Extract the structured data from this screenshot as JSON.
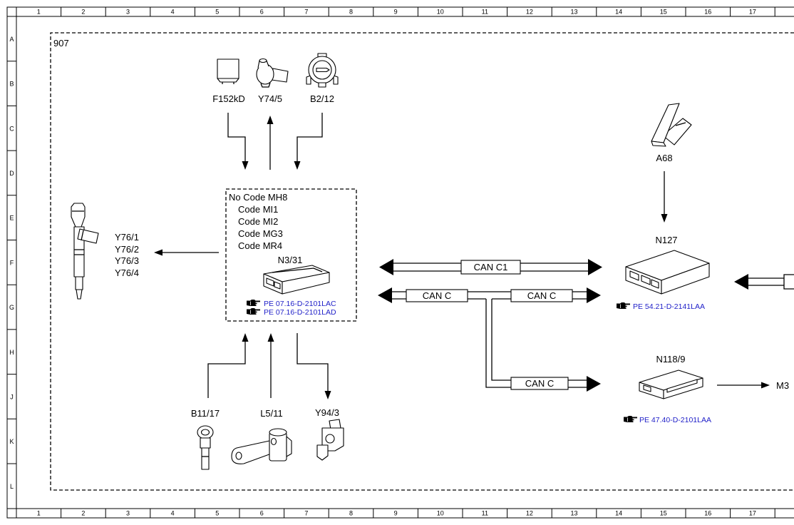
{
  "diagram": {
    "boundary_label": "907",
    "line_color": "#000000",
    "link_color": "#1e1ec8"
  },
  "ruler": {
    "columns": [
      "1",
      "2",
      "3",
      "4",
      "5",
      "6",
      "7",
      "8",
      "9",
      "10",
      "11",
      "12",
      "13",
      "14",
      "15",
      "16",
      "17"
    ],
    "rows": [
      "A",
      "B",
      "C",
      "D",
      "E",
      "F",
      "G",
      "H",
      "J",
      "K",
      "L"
    ]
  },
  "top_components": {
    "f152kd": "F152kD",
    "y74_5": "Y74/5",
    "b2_12": "B2/12"
  },
  "control_unit": {
    "codes": [
      "No Code MH8",
      "Code MI1",
      "Code MI2",
      "Code MG3",
      "Code MR4"
    ],
    "label": "N3/31",
    "links": [
      "PE 07.16-D-2101LAC",
      "PE 07.16-D-2101LAD"
    ]
  },
  "injectors": {
    "labels": [
      "Y76/1",
      "Y76/2",
      "Y76/3",
      "Y76/4"
    ]
  },
  "bottom_components": {
    "b11_17": "B11/17",
    "l5_11": "L5/11",
    "y94_3": "Y94/3"
  },
  "can_bus": {
    "c1_label": "CAN C1",
    "c_labels": [
      "CAN C",
      "CAN C",
      "CAN C"
    ]
  },
  "right_components": {
    "a68": "A68",
    "n127": "N127",
    "n127_link": "PE 54.21-D-2141LAA",
    "n118_9": "N118/9",
    "n118_9_link": "PE 47.40-D-2101LAA",
    "m3": "M3"
  },
  "icons": {
    "link_icon": "hand-pointer-icon"
  }
}
